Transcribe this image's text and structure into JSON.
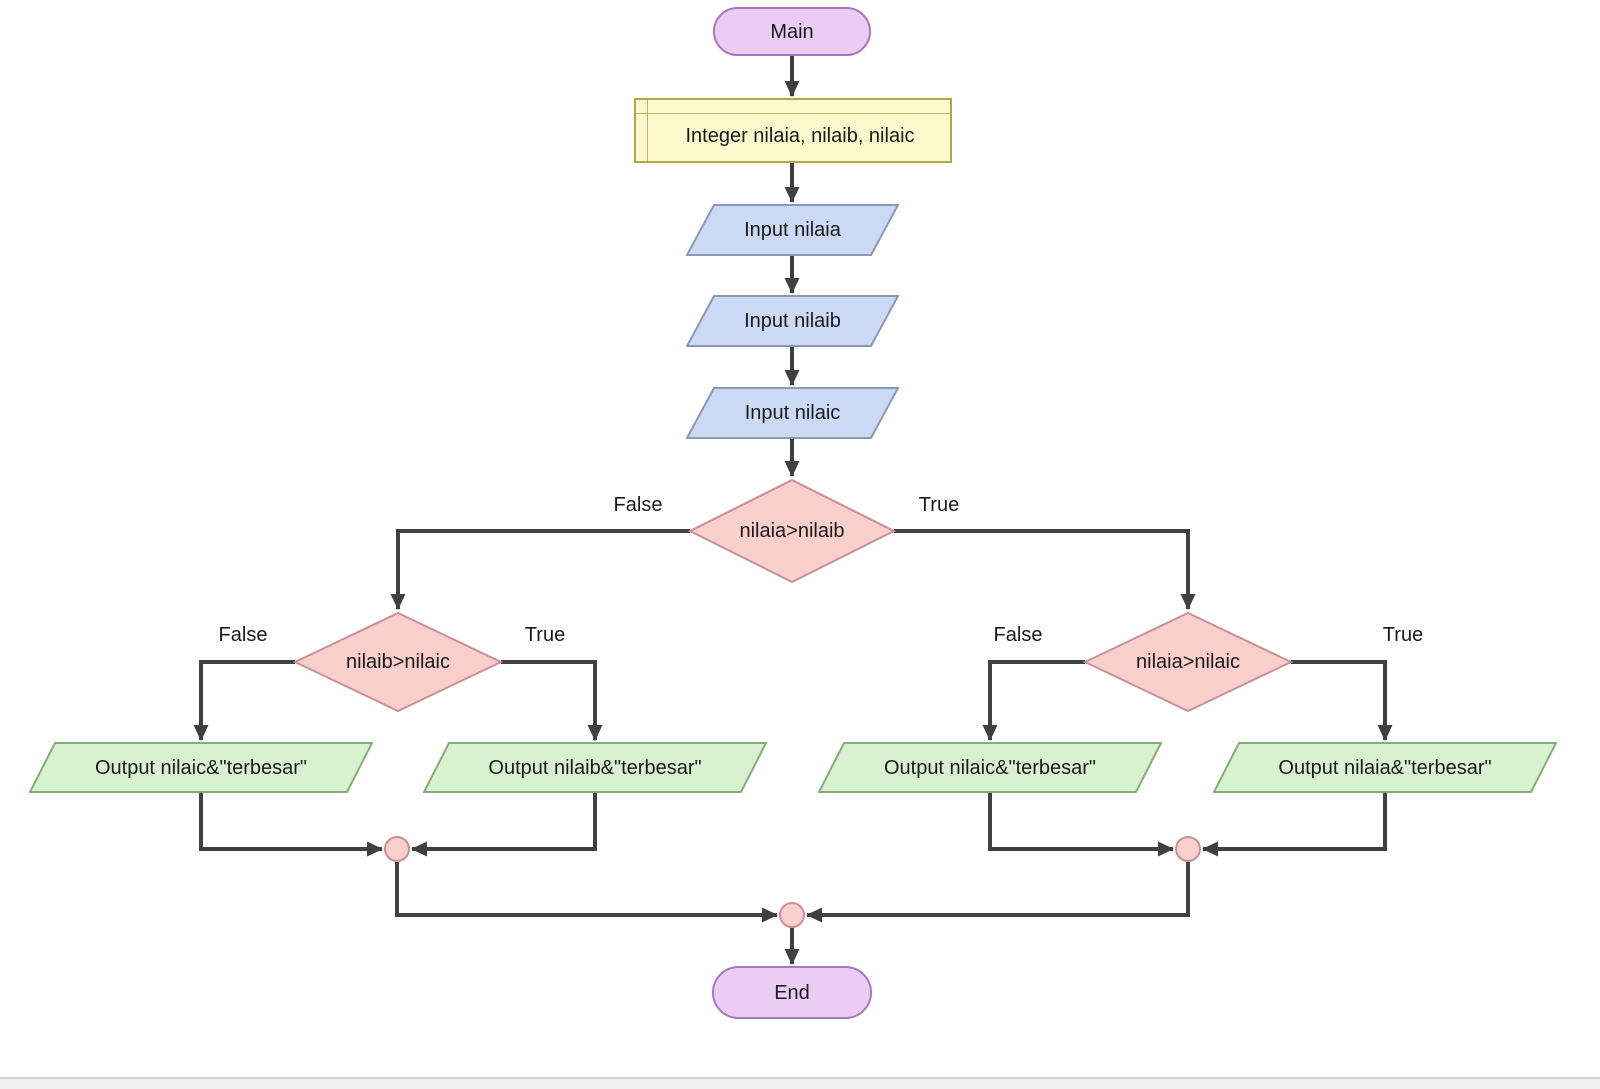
{
  "flowchart": {
    "start": {
      "label": "Main"
    },
    "declare": {
      "label": "Integer nilaia, nilaib, nilaic"
    },
    "inputs": [
      {
        "label": "Input nilaia"
      },
      {
        "label": "Input nilaib"
      },
      {
        "label": "Input nilaic"
      }
    ],
    "decisions": [
      {
        "label": "nilaia>nilaib",
        "false_label": "False",
        "true_label": "True"
      },
      {
        "label": "nilaib>nilaic",
        "false_label": "False",
        "true_label": "True"
      },
      {
        "label": "nilaia>nilaic",
        "false_label": "False",
        "true_label": "True"
      }
    ],
    "outputs": [
      {
        "label": "Output nilaic&\"terbesar\""
      },
      {
        "label": "Output nilaib&\"terbesar\""
      },
      {
        "label": "Output nilaic&\"terbesar\""
      },
      {
        "label": "Output nilaia&\"terbesar\""
      }
    ],
    "end": {
      "label": "End"
    },
    "colors": {
      "terminal_fill": "#ecccf5",
      "terminal_border": "#a678c0",
      "declare_fill": "#fbf9cd",
      "declare_border": "#b0a64b",
      "input_fill": "#cbd9f4",
      "input_border": "#8a97b5",
      "decision_fill": "#f9cfcc",
      "decision_border": "#c98f96",
      "output_fill": "#d8f2cf",
      "output_border": "#86ac79",
      "connector": "#404040"
    }
  }
}
